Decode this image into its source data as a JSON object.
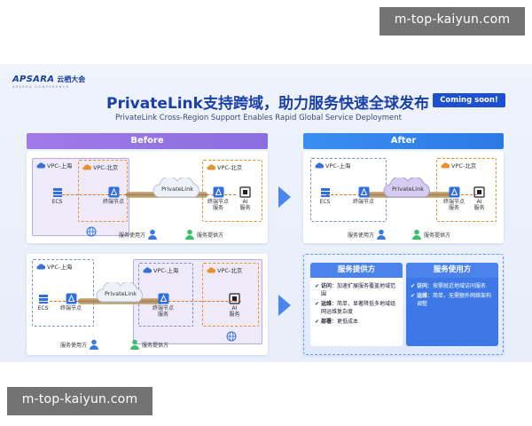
{
  "watermark": {
    "top": "m-top-kaiyun.com",
    "bottom": "m-top-kaiyun.com"
  },
  "slide": {
    "logo": {
      "main": "APSARA",
      "cn": "云栖大会",
      "sub": "APSARA CONFERENCE"
    },
    "title": "PrivateLink支持跨域，助力服务快速全球发布",
    "badge": "Coming soon!",
    "subtitle": "PrivateLink Cross-Region Support Enables Rapid Global Service Deployment"
  },
  "before": {
    "header": "Before",
    "top": {
      "vpc_shanghai": "VPC-上海",
      "vpc_beijing_a": "VPC-北京",
      "vpc_beijing_b": "VPC-北京",
      "ecs": "ECS",
      "endpoint": "终端节点",
      "privatelink": "PrivateLink",
      "endpoint_service": "终端节点\n服务",
      "ai_service": "AI\n服务",
      "consumer": "服务使用方",
      "provider": "服务提供方"
    },
    "bottom": {
      "vpc_shanghai_a": "VPC-上海",
      "vpc_shanghai_b": "VPC-上海",
      "vpc_beijing": "VPC-北京",
      "ecs": "ECS",
      "endpoint": "终端节点",
      "privatelink": "PrivateLink",
      "endpoint_service": "终端节点\n服务",
      "ai_service": "AI\n服务",
      "consumer": "服务使用方",
      "provider": "服务提供方"
    }
  },
  "after": {
    "header": "After",
    "diagram": {
      "vpc_shanghai": "VPC-上海",
      "vpc_beijing": "VPC-北京",
      "ecs": "ECS",
      "endpoint": "终端节点",
      "privatelink": "PrivateLink",
      "endpoint_service": "终端节点\n服务",
      "ai_service": "AI\n服务",
      "consumer": "服务使用方",
      "provider": "服务提供方"
    },
    "cards": {
      "provider": {
        "title": "服务提供方",
        "items": [
          {
            "key": "访问",
            "text": "：加速扩展服务覆盖地域范围"
          },
          {
            "key": "运维",
            "text": "：简单，显著降低多地域组网运维复杂度"
          },
          {
            "key": "部署",
            "text": "：更低成本"
          }
        ]
      },
      "consumer": {
        "title": "服务使用方",
        "items": [
          {
            "key": "访问",
            "text": "：按需就近地域访问服务"
          },
          {
            "key": "运维",
            "text": "：简单，无需额外网络架构调整"
          }
        ]
      }
    }
  },
  "colors": {
    "brand": "#1b3fa8",
    "before_header": "#8a6ee0",
    "after_header": "#2c79e6",
    "dash_line": "#e8702a"
  }
}
